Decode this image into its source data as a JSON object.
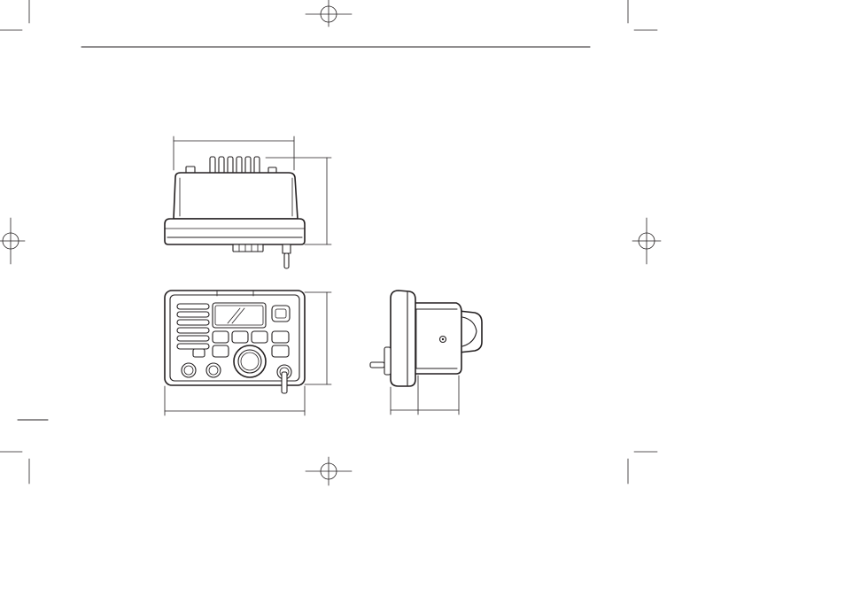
{
  "page": {
    "background": "#ffffff",
    "line_color": "#231f20"
  },
  "figure": {
    "views": [
      "top-view",
      "front-view",
      "side-view"
    ]
  }
}
